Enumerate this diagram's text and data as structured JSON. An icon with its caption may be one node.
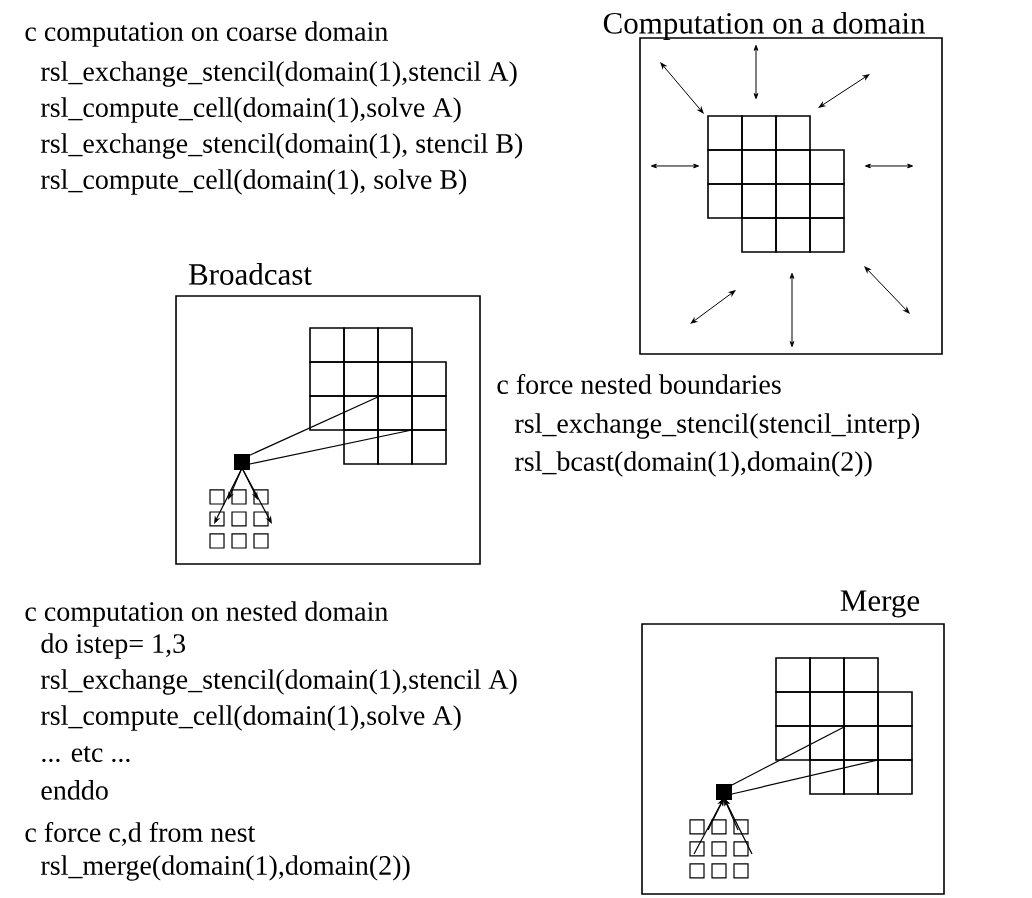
{
  "diagram": {
    "nodes": [
      {
        "text": [
          "Computation on a domain"
        ]
      },
      {
        "text": [
          "Broadcast"
        ]
      },
      {
        "text": [
          "Merge"
        ]
      }
    ],
    "labels": [
      "c computation on coarse domain",
      "rsl_exchange_stencil(domain(1),stencil A)",
      "rsl_compute_cell(domain(1),solve A)",
      "rsl_exchange_stencil(domain(1), stencil B)",
      "rsl_compute_cell(domain(1), solve B)",
      "c force nested boundaries",
      "rsl_exchange_stencil(stencil_interp)",
      "rsl_bcast(domain(1),domain(2))",
      "c computation on nested domain",
      "do istep= 1,3",
      "rsl_exchange_stencil(domain(1),stencil A)",
      "rsl_compute_cell(domain(1),solve A)",
      "... etc ...",
      "enddo",
      "c force c,d from nest",
      "rsl_merge(domain(1),domain(2))"
    ]
  }
}
